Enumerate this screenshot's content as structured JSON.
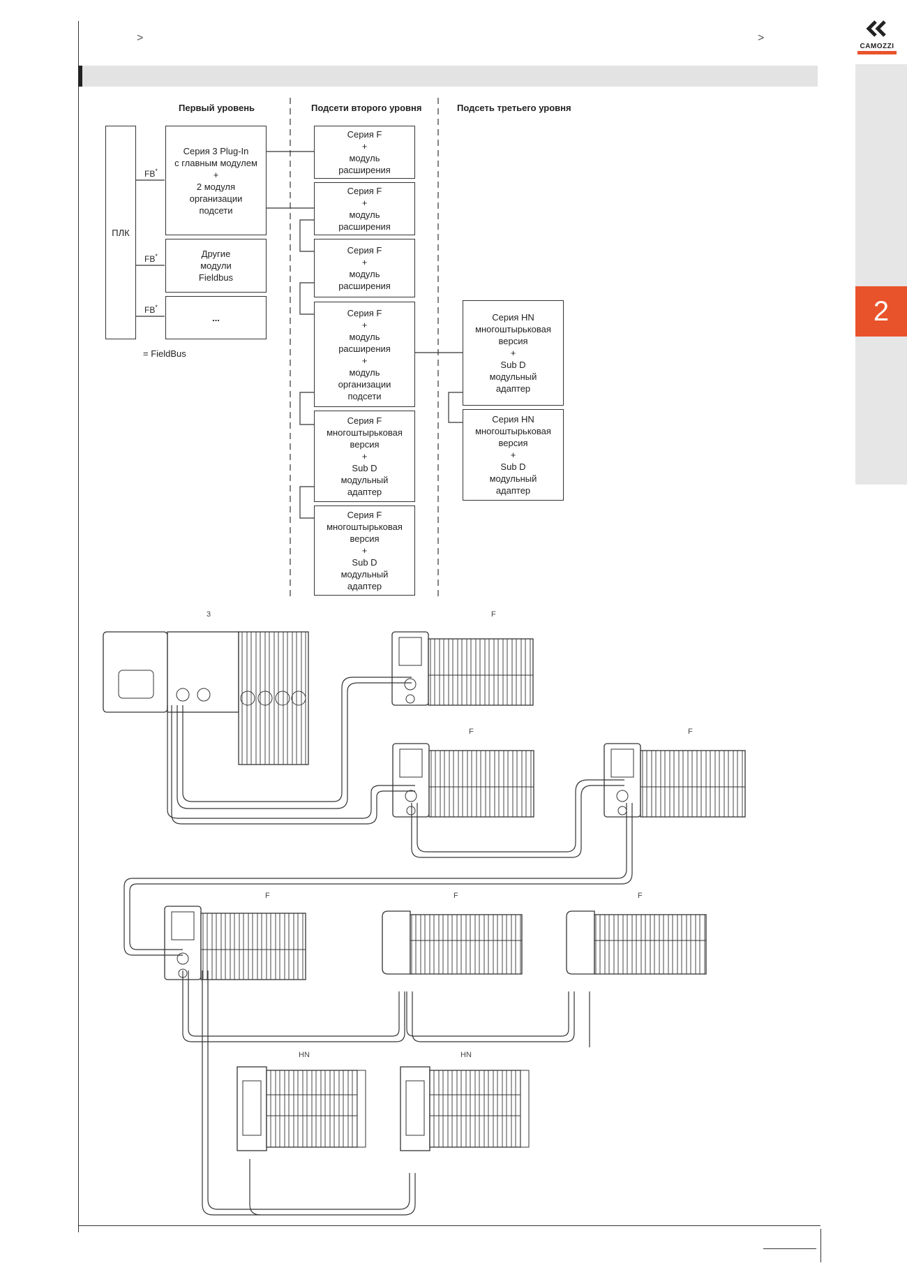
{
  "header": {
    "chevron_left": ">",
    "chevron_right": ">",
    "logo_text": "CAMOZZI",
    "section_number": "2"
  },
  "levels": {
    "first": "Первый уровень",
    "second": "Подсети второго уровня",
    "third": "Подсеть третьего уровня"
  },
  "plc_label": "ПЛК",
  "fb_label": "FB",
  "fb_star": "*",
  "legend": "= FieldBus",
  "level1_boxes": [
    "Серия 3 Plug-In\nс главным модулем\n+\n2 модуля\nорганизации\nподсети",
    "Другие\nмодули\nFieldbus",
    "..."
  ],
  "level2_boxes": [
    "Серия F\n+\nмодуль\nрасширения",
    "Серия F\n+\nмодуль\nрасширения",
    "Серия F\n+\nмодуль\nрасширения",
    "Серия F\n+\nмодуль\nрасширения\n+\nмодуль\nорганизации\nподсети",
    "Серия F\nмногоштырьковая\nверсия\n+\nSub D\nмодульный\nадаптер",
    "Серия F\nмногоштырьковая\nверсия\n+\nSub D\nмодульный\nадаптер"
  ],
  "level3_boxes": [
    "Серия HN\nмногоштырьковая\nверсия\n+\nSub D\nмодульный\nадаптер",
    "Серия HN\nмногоштырьковая\nверсия\n+\nSub D\nмодульный\nадаптер"
  ],
  "module_labels": {
    "series3": "3",
    "f1": "F",
    "f2": "F",
    "f3": "F",
    "f4": "F",
    "f5": "F",
    "f6": "F",
    "hn1": "HN",
    "hn2": "HN"
  },
  "colors": {
    "accent": "#e9532b",
    "line": "#333333",
    "panel": "#e3e3e3"
  }
}
